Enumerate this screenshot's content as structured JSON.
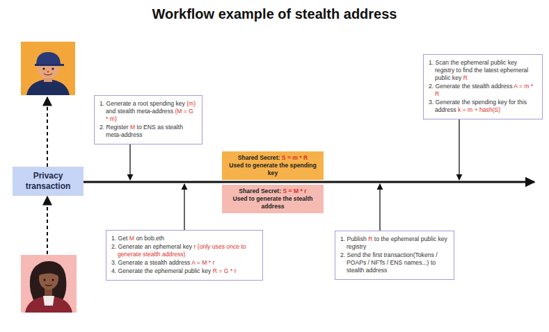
{
  "diagram": {
    "title": "Workflow example of stealth address",
    "nodes": [
      {
        "text": [
          "Privacy transaction"
        ]
      },
      {
        "text": [
          "1. Generate a root spending key (m) and stealth meta-address (M = G * m)",
          "2. Register M to ENS as stealth meta-address"
        ]
      },
      {
        "text": [
          "1. Get M on bob.eth",
          "2. Generate an ephemeral key r (only uses once to generate stealth address)",
          "3. Generate a stealth address A = M * r",
          "4. Generate the ephemeral public key R = G * r"
        ]
      },
      {
        "text": [
          "Shared Secret: S = m * R",
          "Used to generate the spending key"
        ]
      },
      {
        "text": [
          "Shared Secret: S = M * r",
          "Used to generate the stealth address"
        ]
      },
      {
        "text": [
          "1. Publish R to the ephemeral public key registry",
          "2. Send the first transaction(Tokens / POAPs / NFTs / ENS names...) to stealth address"
        ]
      },
      {
        "text": [
          "1. Scan the ephemeral public key registry to find the latest ephemeral public key R",
          "2. Generate the stealth address A = m * R",
          "3. Generate the spending key for this address k = m + hash(S)"
        ]
      }
    ]
  }
}
